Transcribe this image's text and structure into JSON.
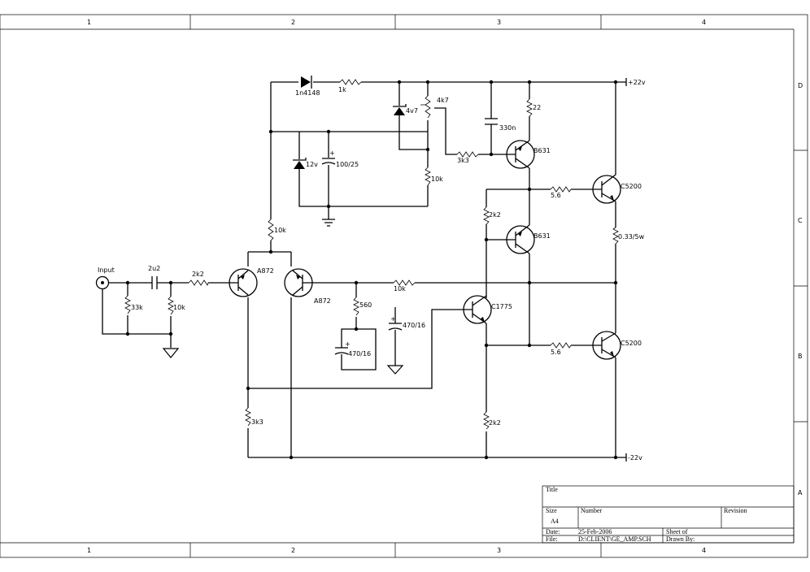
{
  "frame": {
    "columns": [
      "1",
      "2",
      "3",
      "4"
    ],
    "rows": [
      "D",
      "C",
      "B",
      "A"
    ]
  },
  "components": {
    "input": "Input",
    "d_1n4148": "1n4148",
    "r_1k": "1k",
    "z_4v7": "4v7",
    "pot_4k7": "4k7",
    "r_22": "22",
    "c_330n": "330n",
    "supply_pos": "+22v",
    "z_12v": "12v",
    "c_100_25": "100/25",
    "r_10k_div": "10k",
    "r_3k3_base": "3k3",
    "q_b631_top": "B631",
    "r_5_6_top": "5.6",
    "q_c5200_top": "C5200",
    "r_2k2_top": "2k2",
    "q_b631_mid": "B631",
    "r_0_33": "0.33/5w",
    "r_10k_tail": "10k",
    "c_2u2": "2u2",
    "r_2k2_in": "2k2",
    "q_a872_left": "A872",
    "q_a872_right": "A872",
    "r_10k_fb": "10k",
    "r_33k": "33k",
    "r_10k_in": "10k",
    "r_560": "560",
    "c_470_16_a": "470/16",
    "c_470_16_b": "470/16",
    "q_c1775": "C1775",
    "r_5_6_bot": "5.6",
    "q_c5200_bot": "C5200",
    "r_3k3_low": "3k3",
    "r_2k2_low": "2k2",
    "supply_neg": "-22v"
  },
  "title_block": {
    "title_label": "Title",
    "size_label": "Size",
    "size_value": "A4",
    "number_label": "Number",
    "revision_label": "Revision",
    "date_label": "Date:",
    "date_value": "25-Feb-2006",
    "file_label": "File:",
    "file_value": "D:\\CLIENT\\GE_AMP.SCH",
    "sheet_label": "Sheet  of",
    "drawn_label": "Drawn By:"
  }
}
